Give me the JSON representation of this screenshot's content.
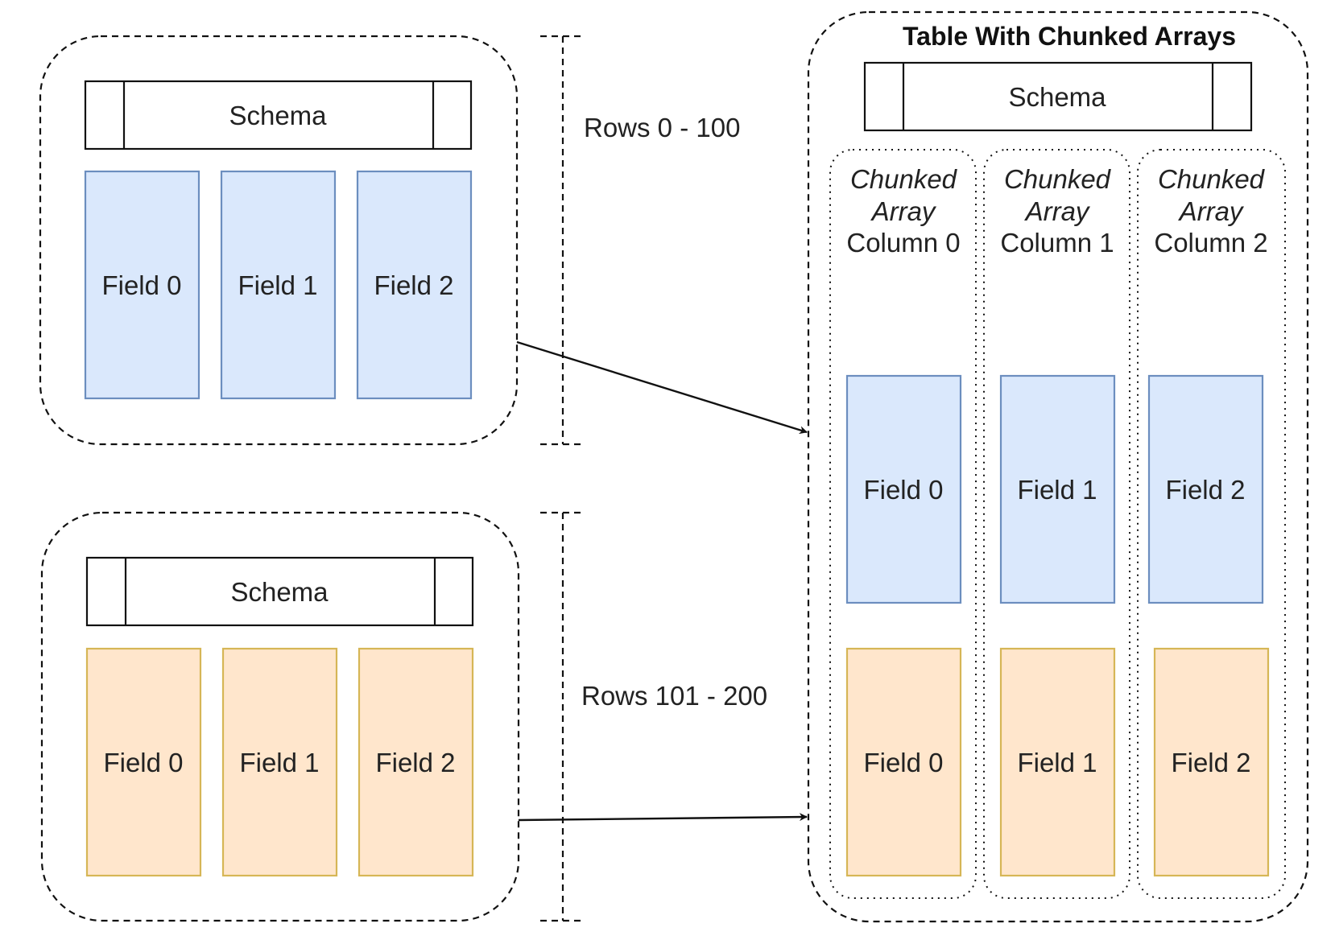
{
  "colors": {
    "blue_fill": "#dae8fc",
    "blue_stroke": "#6c8ebf",
    "orange_fill": "#ffe6cc",
    "orange_stroke": "#d6b656",
    "line": "#111111"
  },
  "batches": [
    {
      "schema": "Schema",
      "fields": [
        "Field 0",
        "Field 1",
        "Field 2"
      ],
      "rows_label": "Rows 0 - 100"
    },
    {
      "schema": "Schema",
      "fields": [
        "Field 0",
        "Field 1",
        "Field 2"
      ],
      "rows_label": "Rows 101 - 200"
    }
  ],
  "table": {
    "title": "Table With Chunked Arrays",
    "schema": "Schema",
    "columns": [
      {
        "line1": "Chunked",
        "line2": "Array",
        "line3": "Column 0",
        "chunk1": "Field 0",
        "chunk2": "Field 0"
      },
      {
        "line1": "Chunked",
        "line2": "Array",
        "line3": "Column 1",
        "chunk1": "Field 1",
        "chunk2": "Field 1"
      },
      {
        "line1": "Chunked",
        "line2": "Array",
        "line3": "Column 2",
        "chunk1": "Field 2",
        "chunk2": "Field 2"
      }
    ]
  }
}
